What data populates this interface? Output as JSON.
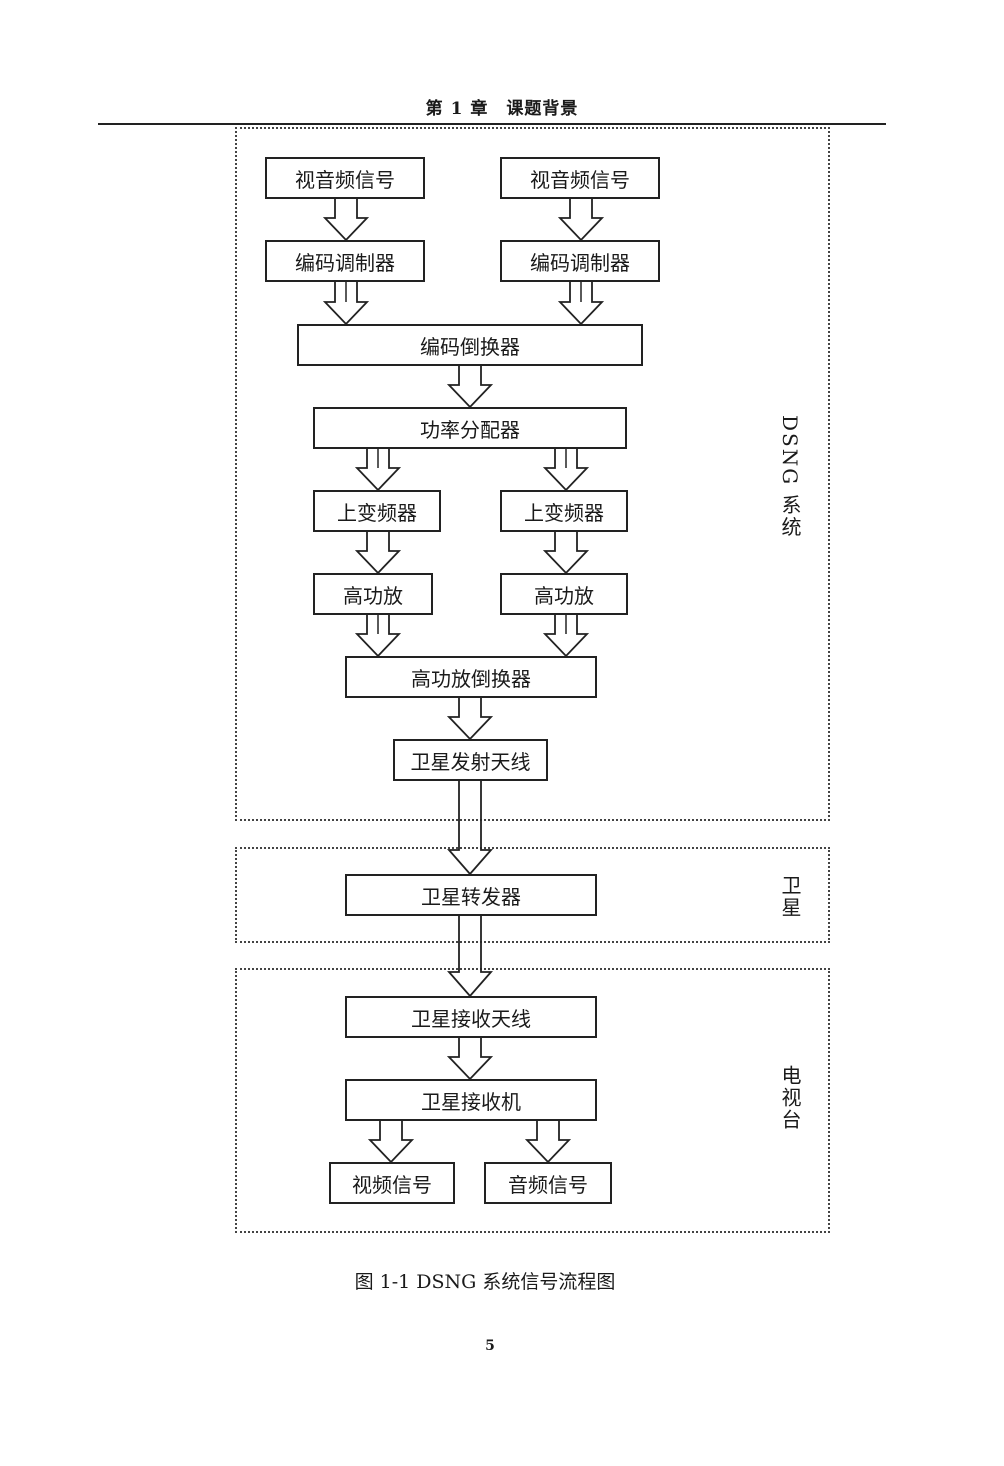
{
  "header": {
    "title": "第 1 章　课题背景"
  },
  "groups": {
    "dsng": "DSNG 系统",
    "satellite": "卫星",
    "tv_station": "电视台"
  },
  "nodes": {
    "av_signal_left": "视音频信号",
    "av_signal_right": "视音频信号",
    "encoder_modulator_left": "编码调制器",
    "encoder_modulator_right": "编码调制器",
    "encoder_switch": "编码倒换器",
    "power_divider": "功率分配器",
    "upconverter_left": "上变频器",
    "upconverter_right": "上变频器",
    "hpa_left": "高功放",
    "hpa_right": "高功放",
    "hpa_switch": "高功放倒换器",
    "sat_tx_antenna": "卫星发射天线",
    "sat_transponder": "卫星转发器",
    "sat_rx_antenna": "卫星接收天线",
    "sat_receiver": "卫星接收机",
    "video_signal": "视频信号",
    "audio_signal": "音频信号"
  },
  "caption": "图 1-1 DSNG 系统信号流程图",
  "page_number": "5"
}
